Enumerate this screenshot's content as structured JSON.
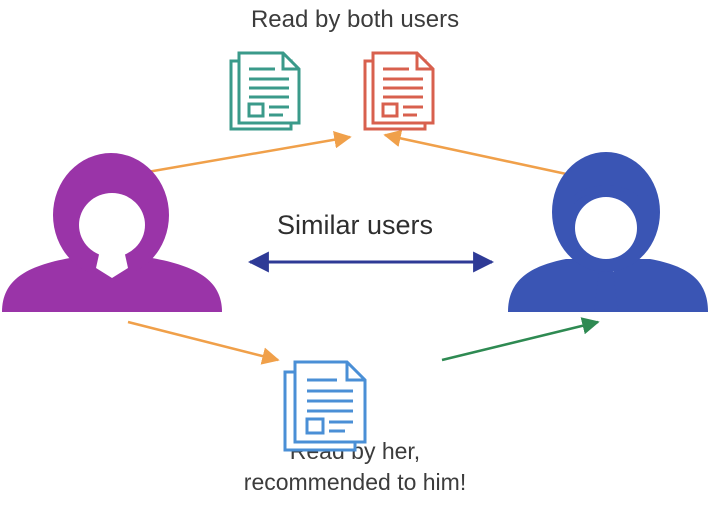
{
  "captions": {
    "top": "Read by both users",
    "middle": "Similar users",
    "bottom_line1": "Read by her,",
    "bottom_line2": "recommended to him!"
  },
  "colors": {
    "woman": "#9a34a8",
    "man": "#3a55b4",
    "doc_teal": "#3a9a8a",
    "doc_red": "#d8604e",
    "doc_blue": "#4a8fd6",
    "arrow_orange": "#f0a04a",
    "arrow_navy": "#2e3a96",
    "arrow_green": "#2e8a52",
    "text": "#3c3c3c"
  },
  "icons": {
    "woman": "woman-user-icon",
    "man": "man-user-icon",
    "doc_teal": "document-icon",
    "doc_red": "document-icon",
    "doc_blue": "document-icon"
  }
}
